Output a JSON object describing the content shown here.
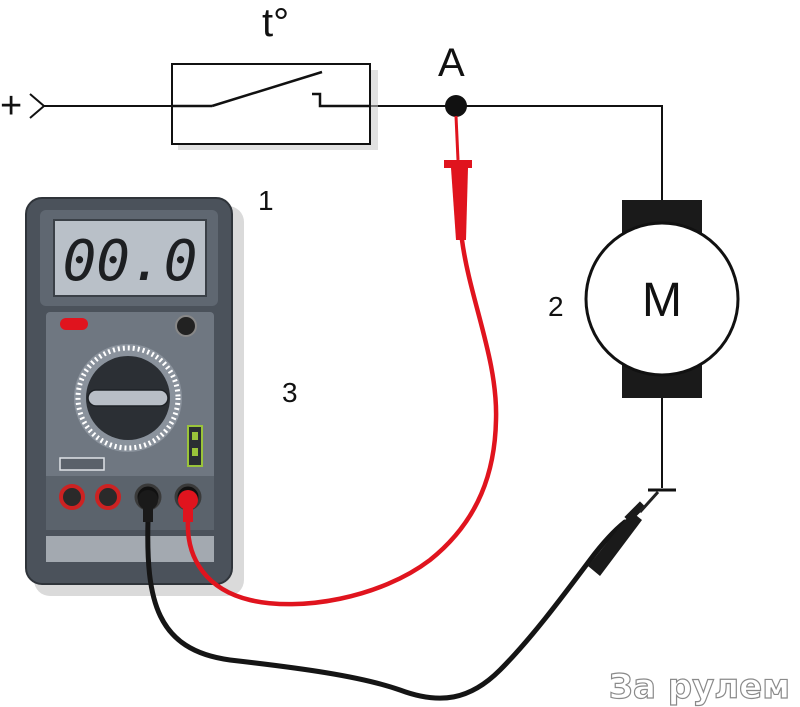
{
  "labels": {
    "temperature": "t°",
    "node_a": "A",
    "plus_terminal": "+",
    "switch_number": "1",
    "motor_number": "2",
    "meter_number": "3",
    "motor_letter": "M"
  },
  "multimeter": {
    "display": "00.0"
  },
  "watermark": "За рулем",
  "colors": {
    "wire": "#111111",
    "probe_red": "#e0141e",
    "probe_black": "#1a1a1a",
    "meter_body": "#5d6570",
    "meter_panel": "#6f7781",
    "lcd_bg": "#b9c0c8",
    "motor_pole": "#1a1a1a"
  }
}
